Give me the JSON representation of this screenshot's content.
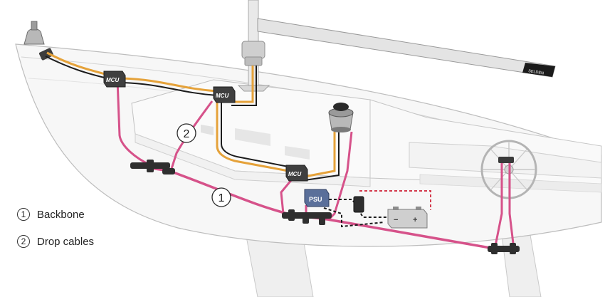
{
  "colors": {
    "backbone": "#d6528a",
    "power": "#e5a23a",
    "signal": "#1c1c1c",
    "hull_line": "#b9b9b9",
    "box_fill": "#4a4a4a",
    "psu_fill": "#5a6f9a",
    "battery_fill": "#cfcfcf",
    "dashed_red": "#d33a4c"
  },
  "labels": {
    "mcu": "MCU",
    "psu": "PSU",
    "boom_brand": "SELDEN",
    "battery_minus": "−",
    "battery_plus": "+"
  },
  "callouts": {
    "backbone_num": "1",
    "drop_num": "2"
  },
  "legend": [
    {
      "num": "1",
      "label": "Backbone"
    },
    {
      "num": "2",
      "label": "Drop cables"
    }
  ]
}
